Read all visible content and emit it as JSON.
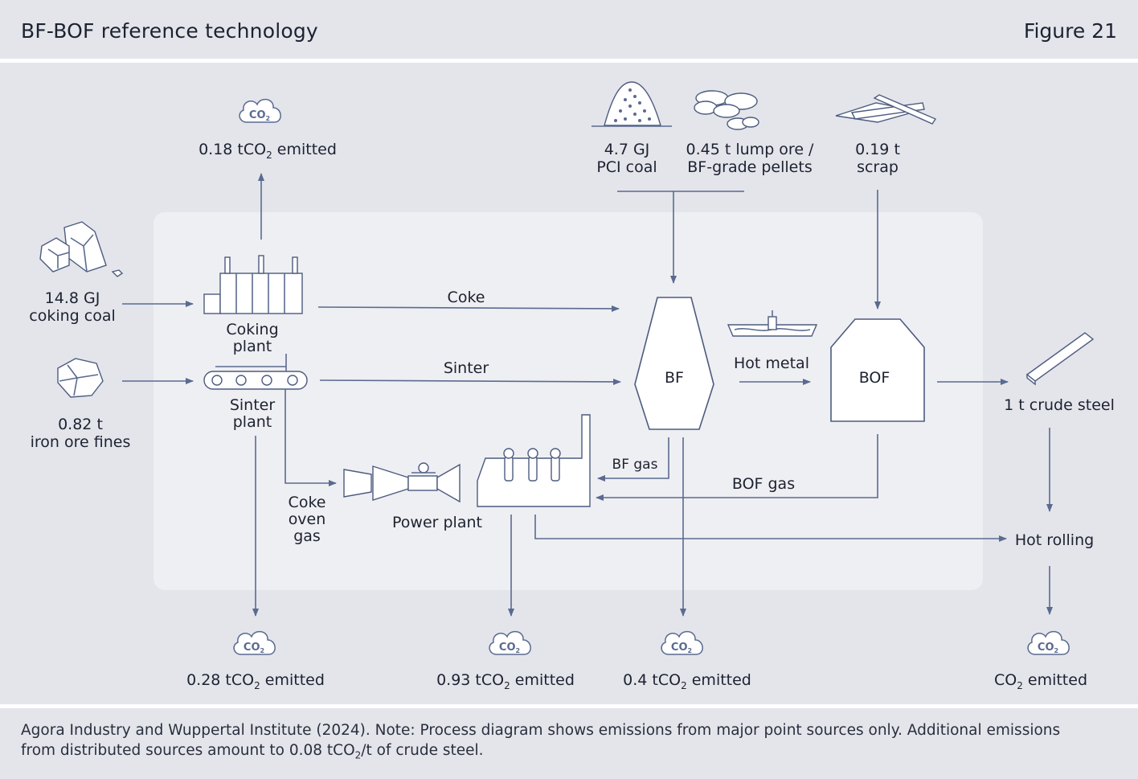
{
  "header": {
    "title": "BF-BOF reference technology",
    "figure": "Figure 21"
  },
  "inputs": {
    "coking_coal": [
      "14.8 GJ",
      "coking coal"
    ],
    "iron_ore": [
      "0.82 t",
      "iron ore fines"
    ],
    "pci_coal": [
      "4.7 GJ",
      "PCI coal"
    ],
    "lump_ore": [
      "0.45 t lump ore /",
      "BF-grade pellets"
    ],
    "scrap": [
      "0.19 t",
      "scrap"
    ]
  },
  "units": {
    "coking_plant": [
      "Coking",
      "plant"
    ],
    "sinter_plant": [
      "Sinter",
      "plant"
    ],
    "bf": "BF",
    "bof": "BOF",
    "power_plant": "Power plant",
    "hot_rolling": "Hot rolling",
    "crude_steel": "1 t crude steel"
  },
  "flows": {
    "coke": "Coke",
    "sinter": "Sinter",
    "hot_metal": "Hot metal",
    "bf_gas": "BF gas",
    "bof_gas": "BOF gas",
    "coke_oven_gas": [
      "Coke",
      "oven",
      "gas"
    ]
  },
  "emissions": {
    "co2_label": "CO",
    "co2_sub": "2",
    "coking": {
      "value": "0.18 tCO",
      "sub": "2",
      "suffix": " emitted"
    },
    "sinter": {
      "value": "0.28 tCO",
      "sub": "2",
      "suffix": " emitted"
    },
    "power": {
      "value": "0.93 tCO",
      "sub": "2",
      "suffix": " emitted"
    },
    "bf": {
      "value": "0.4 tCO",
      "sub": "2",
      "suffix": " emitted"
    },
    "rolling": {
      "value": "CO",
      "sub": "2",
      "suffix": " emitted"
    }
  },
  "footer": {
    "line1": "Agora Industry and Wuppertal Institute (2024). Note: Process diagram shows emissions from major point sources only. Additional emissions",
    "line2a": "from distributed sources amount to 0.08 tCO",
    "line2sub": "2",
    "line2b": "/t of crude steel."
  },
  "colors": {
    "background": "#e3e5eb",
    "panel": "#eeeff3",
    "line": "#5a6a90"
  }
}
